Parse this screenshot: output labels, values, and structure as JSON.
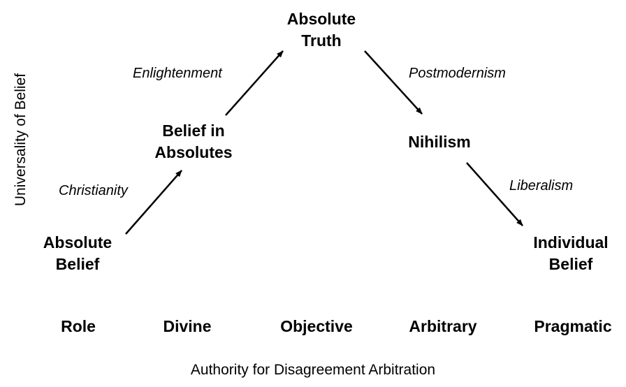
{
  "nodes": {
    "absolute_truth": [
      "Absolute",
      "Truth"
    ],
    "belief_in_absolutes": [
      "Belief in",
      "Absolutes"
    ],
    "absolute_belief": [
      "Absolute",
      "Belief"
    ],
    "nihilism": [
      "Nihilism"
    ],
    "individual_belief": [
      "Individual",
      "Belief"
    ]
  },
  "edge_labels": {
    "enlightenment": "Enlightenment",
    "christianity": "Christianity",
    "postmodernism": "Postmodernism",
    "liberalism": "Liberalism"
  },
  "x_axis": {
    "title": "Authority for Disagreement Arbitration",
    "categories": [
      "Role",
      "Divine",
      "Objective",
      "Arbitrary",
      "Pragmatic"
    ]
  },
  "y_axis": {
    "title": "Universality of Belief"
  },
  "line_color": "#000000"
}
